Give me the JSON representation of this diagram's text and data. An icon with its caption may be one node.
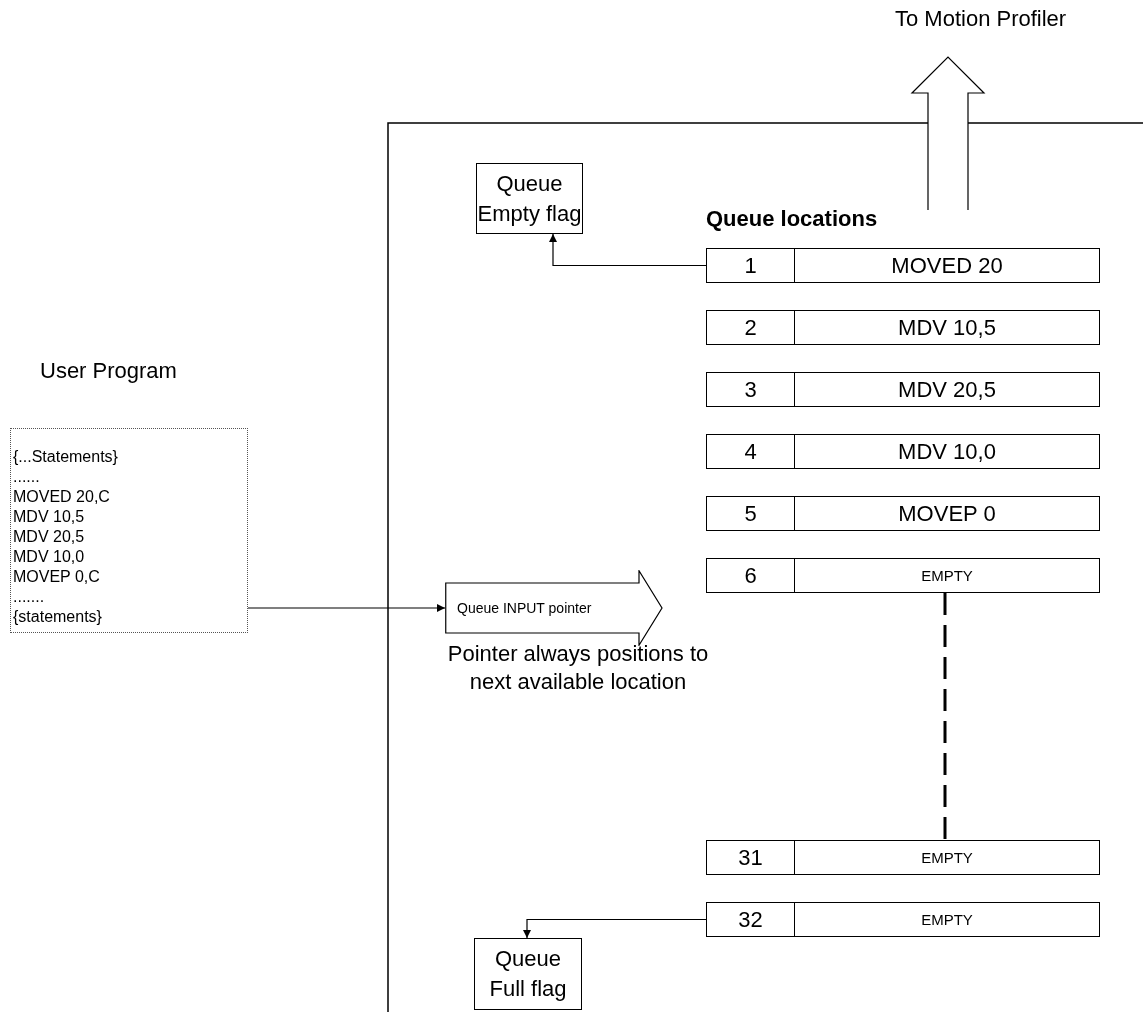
{
  "diagram": {
    "nodes": [
      {
        "text": [
          "User Program",
          "{...Statements}",
          "......",
          "MOVED 20,C",
          "MDV 10,5",
          "MDV 20,5",
          "MDV 10,0",
          "MOVEP 0,C",
          ".......",
          "{statements}"
        ]
      },
      {
        "text": [
          "Queue INPUT pointer"
        ],
        "beside": [
          "Pointer always positions to next available location"
        ]
      },
      {
        "text": [
          "Queue Empty flag"
        ]
      },
      {
        "text": [
          "Queue Full flag"
        ]
      },
      {
        "text": [
          "1",
          "MOVED 20"
        ]
      },
      {
        "text": [
          "2",
          "MDV 10,5"
        ]
      },
      {
        "text": [
          "3",
          "MDV 20,5"
        ]
      },
      {
        "text": [
          "4",
          "MDV 10,0"
        ]
      },
      {
        "text": [
          "5",
          "MOVEP 0"
        ]
      },
      {
        "text": [
          "6",
          "EMPTY"
        ]
      },
      {
        "text": [
          "31",
          "EMPTY"
        ]
      },
      {
        "text": [
          "32",
          "EMPTY"
        ]
      },
      {
        "text": [
          "To Motion Profiler"
        ]
      }
    ],
    "edges": [
      {
        "from": 0,
        "to": 1,
        "arrow": "to"
      },
      {
        "from": 4,
        "to": 2,
        "arrow": "to"
      },
      {
        "from": 11,
        "to": 3,
        "arrow": "to"
      },
      {
        "from": 9,
        "to": 10,
        "arrow": "none",
        "style": "dashed"
      },
      {
        "from": 4,
        "to": 12,
        "arrow": "to",
        "style": "thick"
      }
    ],
    "labels": [
      "Queue locations"
    ]
  }
}
